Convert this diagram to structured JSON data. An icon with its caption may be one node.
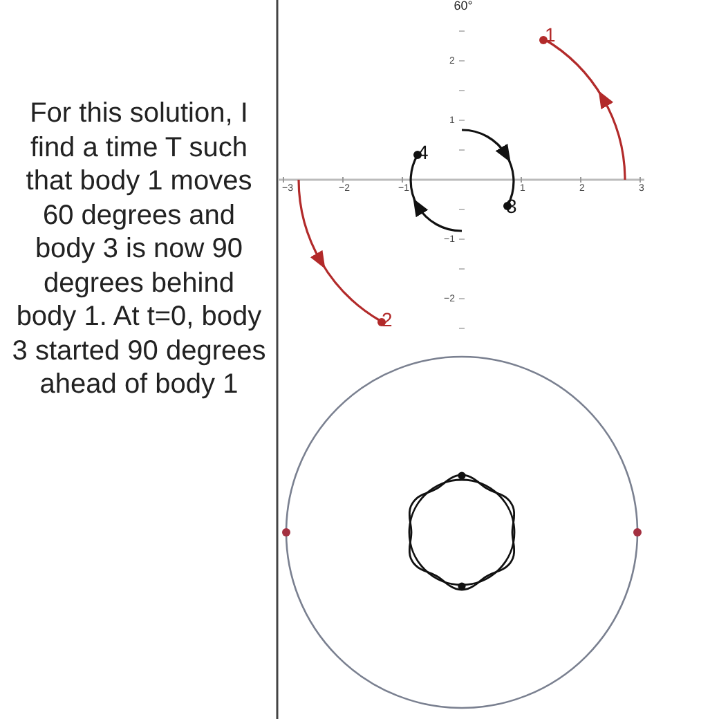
{
  "diagram": {
    "labels": [
      "For this solution, I find a time T such that body 1 moves 60 degrees and body 3 is now 90 degrees behind body 1. At t=0, body 3 started 90 degrees ahead of body 1",
      "60°",
      "2",
      "1",
      "−1",
      "−2",
      "−3",
      "−2",
      "−1",
      "1",
      "2",
      "3",
      "1",
      "4",
      "3",
      "2"
    ]
  }
}
